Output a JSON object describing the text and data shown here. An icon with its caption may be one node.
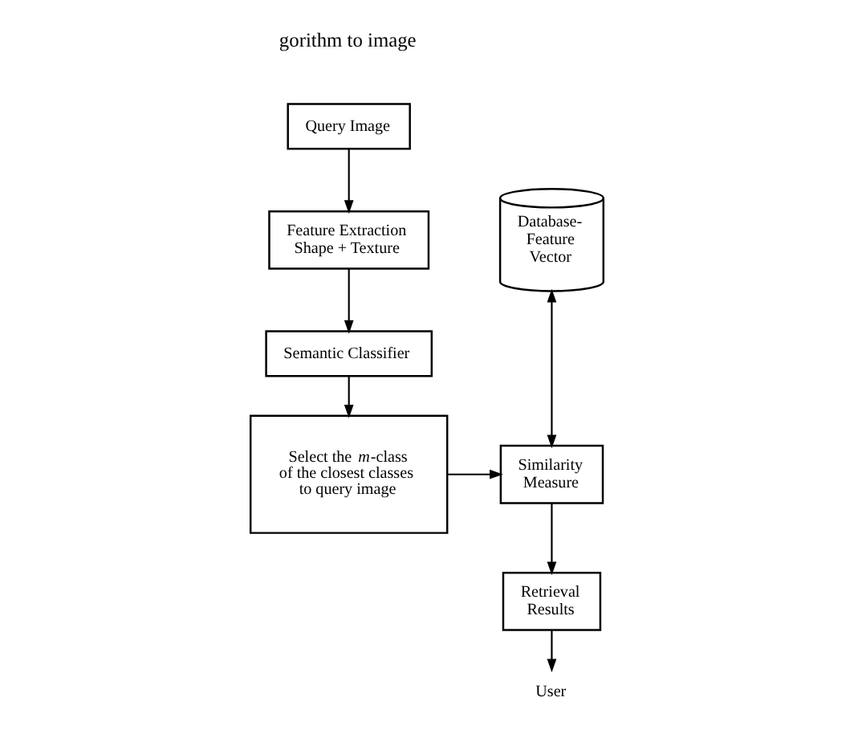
{
  "diagram": {
    "nodes": [
      {
        "text": [
          "Query Image"
        ]
      },
      {
        "text": [
          "Feature Extraction Shape + Texture"
        ]
      },
      {
        "text": [
          "Semantic Classifier"
        ]
      },
      {
        "text": [
          "Select the *m*-class of the closest classes to query image"
        ]
      },
      {
        "text": [
          "Database- Feature Vector"
        ]
      },
      {
        "text": [
          "Similarity Measure"
        ]
      },
      {
        "text": [
          "Retrieval Results"
        ]
      },
      {
        "text": [
          "User"
        ]
      }
    ],
    "edges": [
      {
        "from": 0,
        "to": 1,
        "arrow": "to"
      },
      {
        "from": 1,
        "to": 2,
        "arrow": "to"
      },
      {
        "from": 2,
        "to": 3,
        "arrow": "to"
      },
      {
        "from": 3,
        "to": 5,
        "arrow": "to"
      },
      {
        "from": 5,
        "to": 4,
        "arrow": "both"
      },
      {
        "from": 5,
        "to": 6,
        "arrow": "to"
      },
      {
        "from": 6,
        "to": 7,
        "arrow": "to"
      }
    ],
    "labels": [
      "gorithm to image"
    ]
  }
}
